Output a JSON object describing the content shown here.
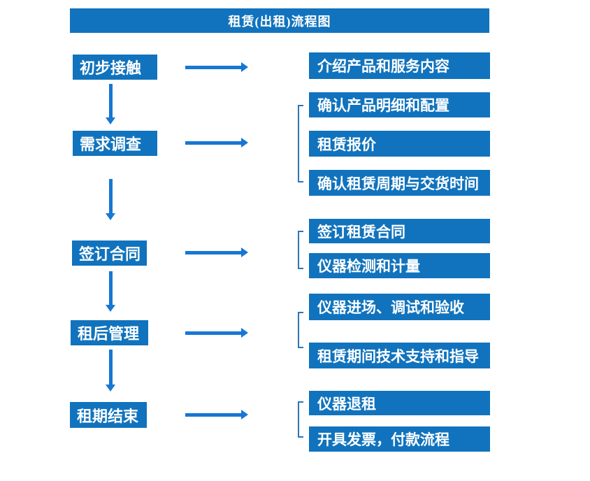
{
  "title": "租赁(出租)流程图",
  "colors": {
    "box-blue": "#1173BD",
    "arrow-blue": "#1777D2",
    "bracket-blue": "#2E75B6",
    "text-white": "#FFFFFF"
  },
  "icons": {
    "down_arrow": "down-arrow-icon",
    "right_arrow": "right-arrow-icon"
  },
  "steps": [
    {
      "label": "初步接触",
      "details": [
        "介绍产品和服务内容"
      ]
    },
    {
      "label": "需求调查",
      "details": [
        "确认产品明细和配置",
        "租赁报价",
        "确认租赁周期与交货时间"
      ]
    },
    {
      "label": "签订合同",
      "details": [
        "签订租赁合同",
        "仪器检测和计量"
      ]
    },
    {
      "label": "租后管理",
      "details": [
        "仪器进场、调试和验收",
        "租赁期间技术支持和指导"
      ]
    },
    {
      "label": "租期结束",
      "details": [
        "仪器退租",
        "开具发票，付款流程"
      ]
    }
  ]
}
